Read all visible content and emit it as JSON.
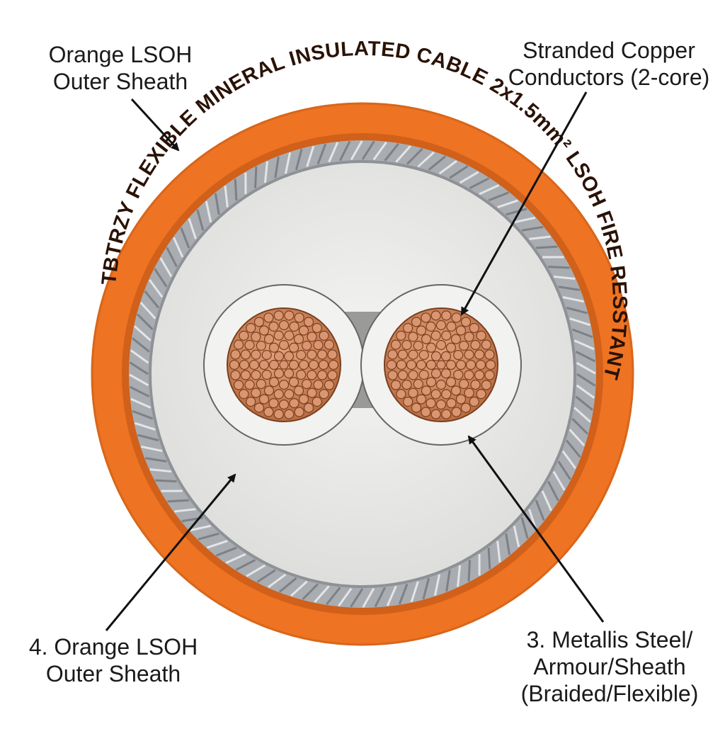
{
  "labels": {
    "top_left": [
      "Orange LSOH",
      "Outer Sheath"
    ],
    "top_right": [
      "Stranded Copper",
      "Conductors (2-core)"
    ],
    "bottom_left": [
      "4. Orange LSOH",
      "Outer Sheath"
    ],
    "bottom_right": [
      "3. Metallis Steel/",
      "Armour/Sheath",
      "(Braided/Flexible)"
    ]
  },
  "sheath_marking": "TBTRZY FLEXIBLE MINERAL INSULATED CABLE 2x1.5mm² LSOH FIRE RESSTANT",
  "colors": {
    "sheath": "#ee7322",
    "sheath_dark": "#c85a12",
    "armour": "#b9bcbf",
    "mineral_fill": "#ececea",
    "copper": "#d08a5c",
    "copper_dark": "#8a4a2a",
    "arrow": "#111111"
  },
  "icons": {
    "arrow_head": "arrow-head-icon"
  }
}
